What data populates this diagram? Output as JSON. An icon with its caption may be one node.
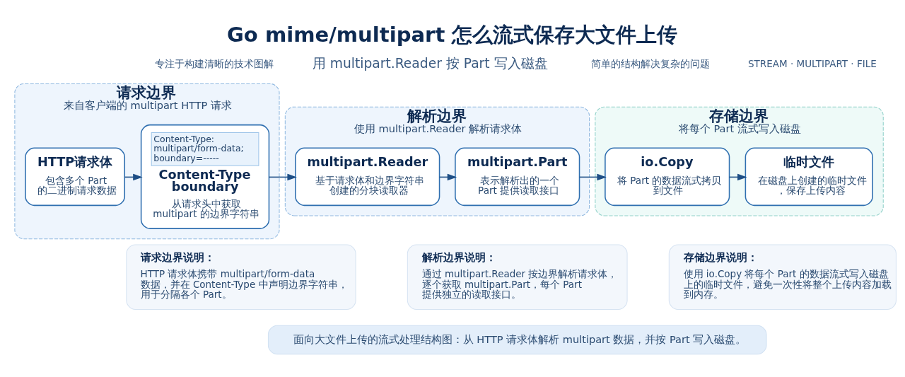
{
  "diagram": {
    "title": "Go mime/multipart 怎么流式保存大文件上传",
    "nodes": [
      {
        "text": [
          "请求边界",
          "来自客户端的 multipart HTTP 请求"
        ]
      },
      {
        "text": [
          "HTTP请求体",
          "包含多个 Part 的二进制请求数据"
        ],
        "in": 0
      },
      {
        "text": [
          "Content-Type: multipart/form-data; boundary=-----",
          "Content-Type boundary",
          "从请求头中获取 multipart 的边界字符串"
        ],
        "in": 0
      },
      {
        "text": [
          "解析边界",
          "使用 multipart.Reader 解析请求体"
        ]
      },
      {
        "text": [
          "multipart.Reader",
          "基于请求体和边界字符串创建的分块读取器"
        ],
        "in": 3
      },
      {
        "text": [
          "multipart.Part",
          "表示解析出的一个 Part 提供读取接口"
        ],
        "in": 3
      },
      {
        "text": [
          "存储边界",
          "将每个 Part 流式写入磁盘"
        ]
      },
      {
        "text": [
          "io.Copy",
          "将 Part 的数据流式拷贝到文件"
        ],
        "in": 6
      },
      {
        "text": [
          "临时文件",
          "在磁盘上创建的临时文件，保存上传内容"
        ],
        "in": 6
      },
      {
        "text": [
          "请求边界说明：",
          "HTTP 请求体携带 multipart/form-data 数据，并在 Content-Type 中声明边界字符串，用于分隔各个 Part。"
        ]
      },
      {
        "text": [
          "解析边界说明：",
          "通过 multipart.Reader 按边界解析请求体，逐个获取 multipart.Part，每个 Part 提供独立的读取接口。"
        ]
      },
      {
        "text": [
          "存储边界说明：",
          "使用 io.Copy 将每个 Part 的数据流式写入磁盘上的临时文件，避免一次性将整个上传内容加载到内存。"
        ]
      },
      {
        "text": [
          "面向大文件上传的流式处理结构图：从 HTTP 请求体解析 multipart 数据，并按 Part 写入磁盘。"
        ]
      }
    ],
    "edges": [
      {
        "from": 1,
        "to": 2,
        "arrow": "to"
      },
      {
        "from": 2,
        "to": 4,
        "arrow": "to"
      },
      {
        "from": 4,
        "to": 5,
        "arrow": "to"
      },
      {
        "from": 5,
        "to": 7,
        "arrow": "to"
      },
      {
        "from": 7,
        "to": 8,
        "arrow": "to"
      }
    ],
    "labels": [
      "专注于构建清晰的技术图解",
      "用 multipart.Reader 按 Part 写入磁盘",
      "简单的结构解决复杂的问题",
      "STREAM · MULTIPART · FILE"
    ]
  }
}
